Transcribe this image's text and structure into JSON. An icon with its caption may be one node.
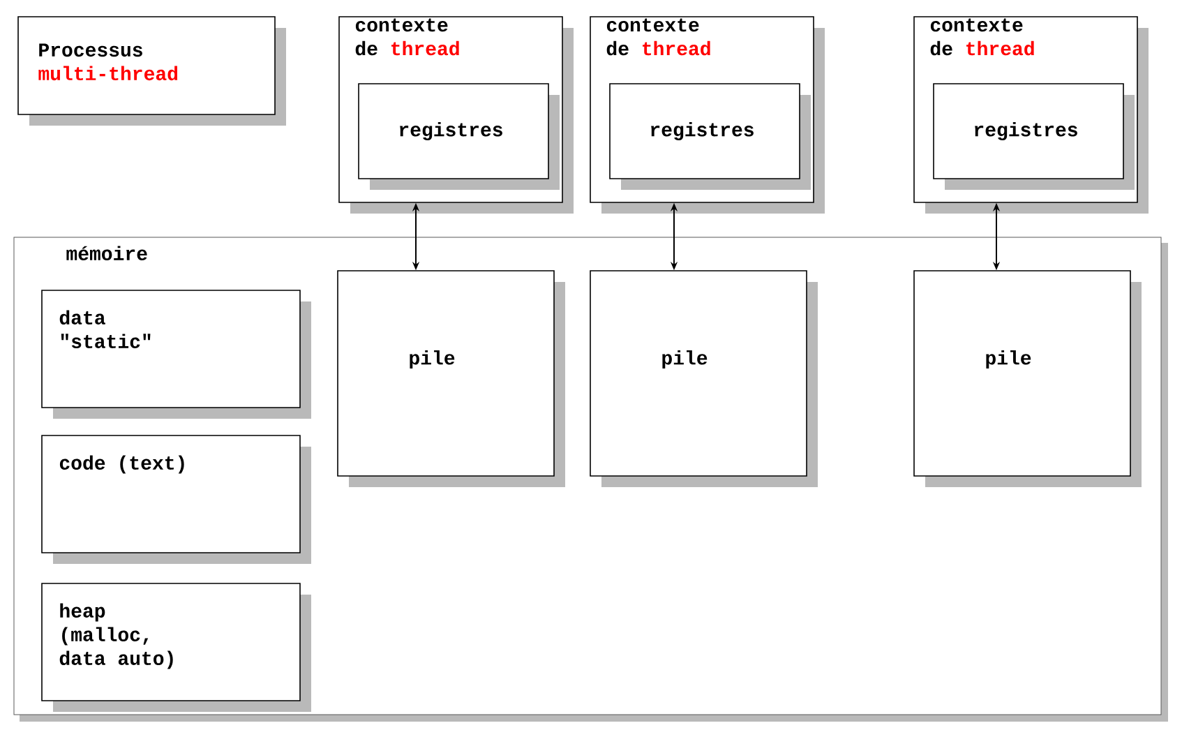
{
  "diagram": {
    "nodes": [
      {
        "text": [
          "Processus",
          "multi-thread"
        ]
      },
      {
        "text": [
          "contexte de",
          "thread"
        ]
      },
      {
        "text": [
          "registres"
        ],
        "in": 1
      },
      {
        "text": [
          "contexte de",
          "thread"
        ]
      },
      {
        "text": [
          "registres"
        ],
        "in": 3
      },
      {
        "text": [
          "contexte de",
          "thread"
        ]
      },
      {
        "text": [
          "registres"
        ],
        "in": 5
      },
      {
        "text": [
          "mémoire"
        ]
      },
      {
        "text": [
          "data \"static\""
        ],
        "in": 7
      },
      {
        "text": [
          "code (text)"
        ],
        "in": 7
      },
      {
        "text": [
          "heap (malloc, data auto)"
        ],
        "in": 7
      },
      {
        "text": [
          "pile"
        ],
        "in": 7
      },
      {
        "text": [
          "pile"
        ],
        "in": 7
      },
      {
        "text": [
          "pile"
        ],
        "in": 7
      }
    ],
    "edges": [
      {
        "from": 1,
        "to": 11,
        "arrow": "both"
      },
      {
        "from": 3,
        "to": 12,
        "arrow": "both"
      },
      {
        "from": 5,
        "to": 13,
        "arrow": "both"
      }
    ]
  }
}
